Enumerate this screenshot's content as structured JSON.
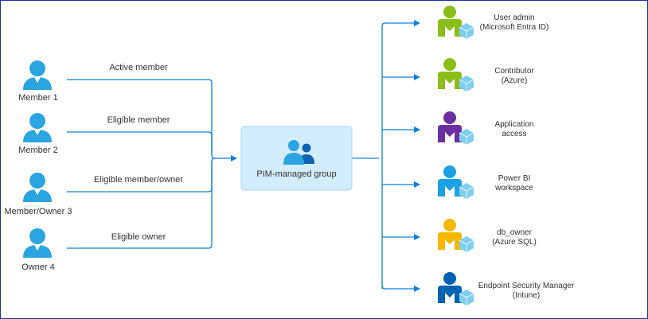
{
  "members": [
    {
      "label": "Member 1"
    },
    {
      "label": "Member 2"
    },
    {
      "label": "Member/Owner 3"
    },
    {
      "label": "Owner 4"
    }
  ],
  "edges_in": [
    {
      "label": "Active member"
    },
    {
      "label": "Eligible member"
    },
    {
      "label": "Eligible member/owner"
    },
    {
      "label": "Eligible owner"
    }
  ],
  "group": {
    "label": "PIM-managed group"
  },
  "targets": [
    {
      "line1": "User admin",
      "line2": "(Microsoft Entra ID)",
      "color": "#8cbd18"
    },
    {
      "line1": "Contributor",
      "line2": "(Azure)",
      "color": "#8cbd18"
    },
    {
      "line1": "Application",
      "line2": "access",
      "color": "#6b2fa0"
    },
    {
      "line1": "Power BI",
      "line2": "workspace",
      "color": "#1ba1e2"
    },
    {
      "line1": "db_owner",
      "line2": "(Azure SQL)",
      "color": "#f5b800"
    },
    {
      "line1": "Endpoint Security Manager",
      "line2": "(Intune)",
      "color": "#0063b1"
    }
  ],
  "colors": {
    "line": "#0f7fd8",
    "person": "#2aa5df",
    "group_fill": "#d3ecfb",
    "cube": "#7fcdf0"
  }
}
